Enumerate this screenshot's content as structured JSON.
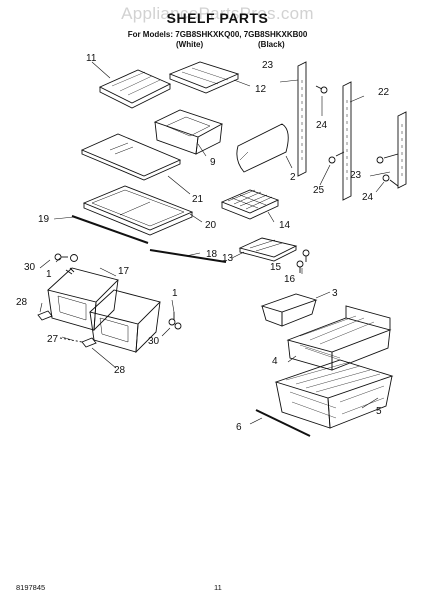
{
  "watermark": "AppliancePartsPros.com",
  "header": {
    "title": "SHELF PARTS",
    "models_line": "For Models: 7GB8SHKXKQ00, 7GB8SHKXKB00",
    "variant_left": "(White)",
    "variant_right": "(Black)"
  },
  "callouts": [
    "11",
    "12",
    "9",
    "21",
    "20",
    "19",
    "14",
    "18",
    "13",
    "30",
    "1",
    "17",
    "15",
    "16",
    "28",
    "27",
    "28",
    "1",
    "30",
    "23",
    "22",
    "24",
    "2",
    "25",
    "23",
    "24",
    "3",
    "4",
    "5",
    "6"
  ],
  "footer": {
    "doc_number": "8197845",
    "page_number": "11"
  }
}
